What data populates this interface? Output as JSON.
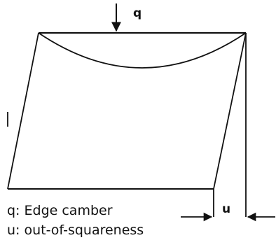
{
  "diagram": {
    "labels": {
      "q": "q",
      "u": "u"
    },
    "legend": {
      "q": "q: Edge camber",
      "u": "u: out-of-squareness"
    },
    "stroke_color": "#111111"
  }
}
